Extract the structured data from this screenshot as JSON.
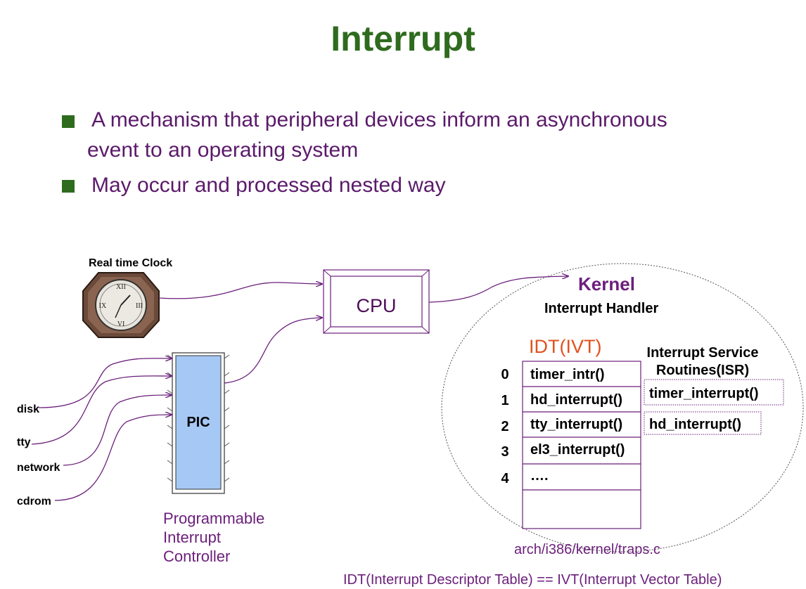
{
  "title": "Interrupt",
  "bullets": [
    {
      "line1": "A mechanism that peripheral devices inform an asynchronous",
      "line2": "event to an operating system"
    },
    {
      "line1": "May occur and processed nested way"
    }
  ],
  "clock_label": "Real time Clock",
  "cpu_label": "CPU",
  "pic_label": "PIC",
  "pic_caption": [
    "Programmable",
    "Interrupt",
    "Controller"
  ],
  "devices": [
    "disk",
    "tty",
    "network",
    "cdrom"
  ],
  "kernel": {
    "title": "Kernel",
    "handler": "Interrupt Handler",
    "idt_title": "IDT(IVT)",
    "isr_title": [
      "Interrupt Service",
      "Routines(ISR)"
    ],
    "idt_rows": [
      {
        "index": "0",
        "entry": "timer_intr()"
      },
      {
        "index": "1",
        "entry": "hd_interrupt()"
      },
      {
        "index": "2",
        "entry": "tty_interrupt()"
      },
      {
        "index": "3",
        "entry": "el3_interrupt()"
      },
      {
        "index": "4",
        "entry": "…."
      }
    ],
    "isr_entries": [
      "timer_interrupt()",
      "hd_interrupt()"
    ],
    "source_file": "arch/i386/kernel/traps.c"
  },
  "footer": "IDT(Interrupt Descriptor Table) == IVT(Interrupt Vector Table)",
  "colors": {
    "title": "#2e6b1e",
    "bullet_text": "#5b1a6a",
    "accent_purple": "#6b1f7b",
    "pic_fill": "#a6c8f5",
    "idt_title": "#e0521e"
  }
}
